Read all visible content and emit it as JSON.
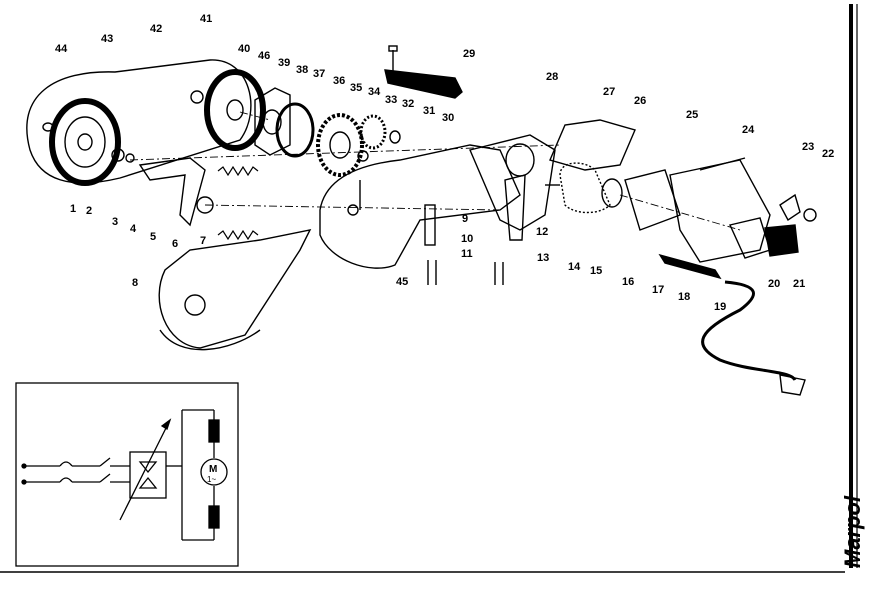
{
  "brand": "Marpol",
  "part_numbers": [
    "1",
    "2",
    "3",
    "4",
    "5",
    "6",
    "7",
    "8",
    "9",
    "10",
    "11",
    "12",
    "13",
    "14",
    "15",
    "16",
    "17",
    "18",
    "19",
    "20",
    "21",
    "22",
    "23",
    "24",
    "25",
    "26",
    "27",
    "28",
    "29",
    "30",
    "31",
    "32",
    "33",
    "34",
    "35",
    "36",
    "37",
    "38",
    "39",
    "40",
    "41",
    "42",
    "43",
    "44",
    "45",
    "46"
  ],
  "schematic": {
    "motor_symbol": "M",
    "motor_sub": "1~"
  },
  "colors": {
    "ink": "#000000",
    "paper": "#ffffff",
    "shade": "#cfcfcf"
  }
}
